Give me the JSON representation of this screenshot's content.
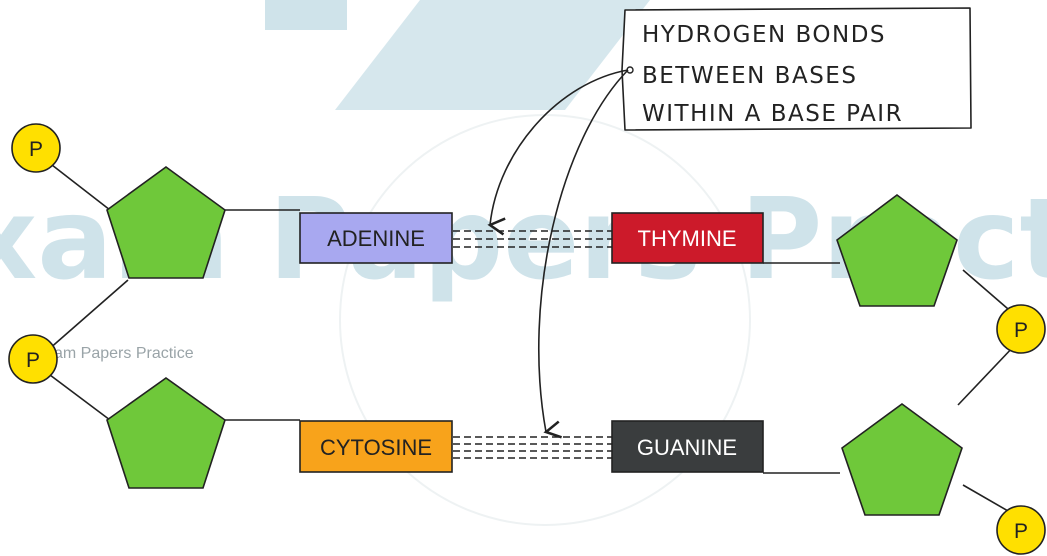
{
  "watermark": {
    "large_text": "xam Papers Practi",
    "small_text": "xam Papers Practice"
  },
  "callout": {
    "lines": [
      "HYDROGEN BONDS",
      "BETWEEN BASES",
      "WITHIN A BASE PAIR"
    ]
  },
  "phosphate_label": "P",
  "bases": {
    "adenine": {
      "label": "ADENINE",
      "color": "#a8a8f0",
      "text_color": "#222222"
    },
    "thymine": {
      "label": "THYMINE",
      "color": "#cc1a2a",
      "text_color": "#ffffff"
    },
    "cytosine": {
      "label": "CYTOSINE",
      "color": "#f8a31b",
      "text_color": "#222222"
    },
    "guanine": {
      "label": "GUANINE",
      "color": "#3a3d3e",
      "text_color": "#ffffff"
    }
  },
  "colors": {
    "sugar": "#6fc83a",
    "phosphate": "#ffe000",
    "stroke": "#222222"
  }
}
